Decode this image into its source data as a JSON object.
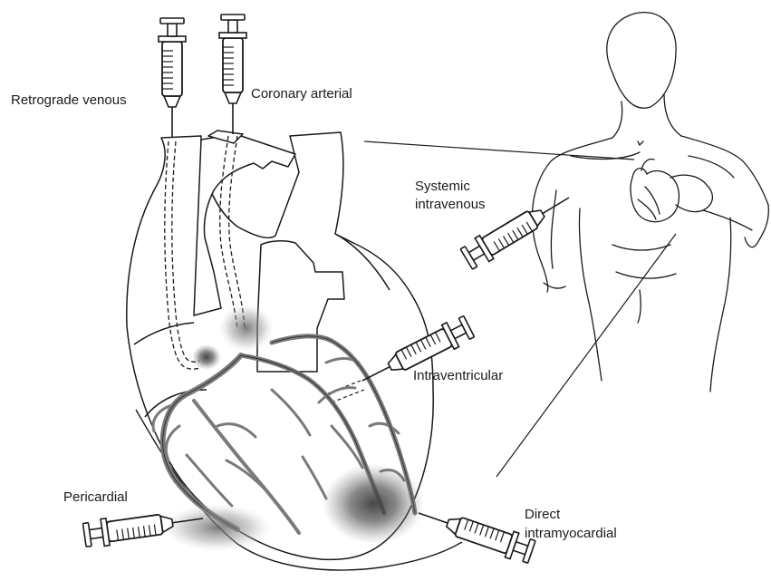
{
  "routes": {
    "retrograde_venous": "Retrograde venous",
    "coronary_arterial": "Coronary arterial",
    "systemic_intravenous_line1": "Systemic",
    "systemic_intravenous_line2": "intravenous",
    "intraventricular": "Intraventricular",
    "pericardial": "Pericardial",
    "direct_intramyocardial_line1": "Direct",
    "direct_intramyocardial_line2": "intramyocardial"
  },
  "colors": {
    "outline": "#1a1a1a",
    "vessel_fill": "#7a7a7a",
    "injection_shade": "#3c3c3c",
    "background": "#ffffff"
  }
}
